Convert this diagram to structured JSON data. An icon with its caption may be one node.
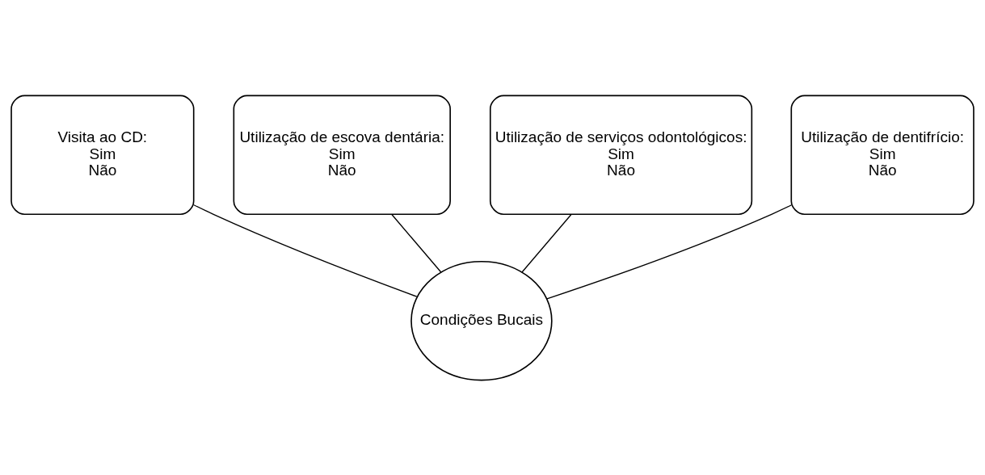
{
  "diagram": {
    "nodes": [
      {
        "text": [
          "Visita ao CD:",
          "Sim",
          "Não"
        ]
      },
      {
        "text": [
          "Utilização de escova dentária:",
          "Sim",
          "Não"
        ]
      },
      {
        "text": [
          "Utilização de serviços odontológicos:",
          "Sim",
          "Não"
        ]
      },
      {
        "text": [
          "Utilização de dentifrício:",
          "Sim",
          "Não"
        ]
      },
      {
        "text": [
          "Condições Bucais"
        ]
      }
    ],
    "edges": [
      {
        "from": 4,
        "to": 0,
        "arrow": "none"
      },
      {
        "from": 4,
        "to": 1,
        "arrow": "none"
      },
      {
        "from": 4,
        "to": 2,
        "arrow": "none"
      },
      {
        "from": 4,
        "to": 3,
        "arrow": "none"
      }
    ]
  }
}
